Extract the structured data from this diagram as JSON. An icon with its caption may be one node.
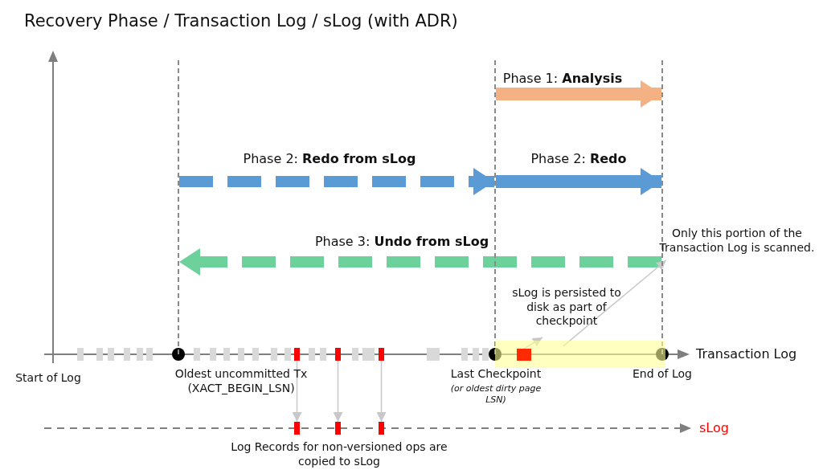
{
  "diagram": {
    "title": "Recovery Phase / Transaction Log / sLog (with ADR)",
    "nodes": [
      {
        "text": [],
        "shape": "line"
      },
      {
        "text": [],
        "shape": "line"
      },
      {
        "text": [],
        "shape": "line"
      },
      {
        "text": [],
        "shape": "box"
      },
      {
        "text": [],
        "shape": "box",
        "in": 3
      },
      {
        "text": [
          "sLog is persisted to disk as part of checkpoint"
        ]
      },
      {
        "text": [
          "Only this portion of the Transaction Log is scanned."
        ]
      },
      {
        "text": [],
        "shape": "bar"
      },
      {
        "text": [],
        "shape": "bar"
      },
      {
        "text": [],
        "shape": "bar"
      },
      {
        "text": [],
        "shape": "bar"
      },
      {
        "text": [],
        "shape": "bar"
      },
      {
        "text": [],
        "shape": "bar"
      }
    ],
    "edges": [
      {
        "from": 1,
        "to": 2,
        "arrow": "to",
        "label": "Phase 1: **Analysis**",
        "style": "thick",
        "color": "#f4b183"
      },
      {
        "from": 0,
        "to": 1,
        "arrow": "to",
        "label": "Phase 2: **Redo from sLog**",
        "style": "dashed",
        "color": "#5b9bd5"
      },
      {
        "from": 1,
        "to": 2,
        "arrow": "to",
        "label": "Phase 2: **Redo**",
        "style": "thick",
        "color": "#5b9bd5"
      },
      {
        "from": 2,
        "to": 0,
        "arrow": "to",
        "label": "Phase 3: **Undo from sLog**",
        "style": "dashed",
        "color": "#6dd19c"
      },
      {
        "from": 4,
        "to": 5,
        "arrow": "to"
      },
      {
        "from": 3,
        "to": 6,
        "arrow": "to"
      },
      {
        "from": 7,
        "to": 10,
        "arrow": "to"
      },
      {
        "from": 8,
        "to": 11,
        "arrow": "to"
      },
      {
        "from": 9,
        "to": 12,
        "arrow": "to"
      }
    ],
    "labels": [
      "Start of Log",
      "Oldest uncommitted Tx (XACT_BEGIN_LSN)",
      "Last Checkpoint",
      "End of Log",
      "Transaction Log",
      "(or oldest dirty page LSN)",
      "sLog",
      "Log Records for non-versioned ops are copied to sLog"
    ]
  }
}
